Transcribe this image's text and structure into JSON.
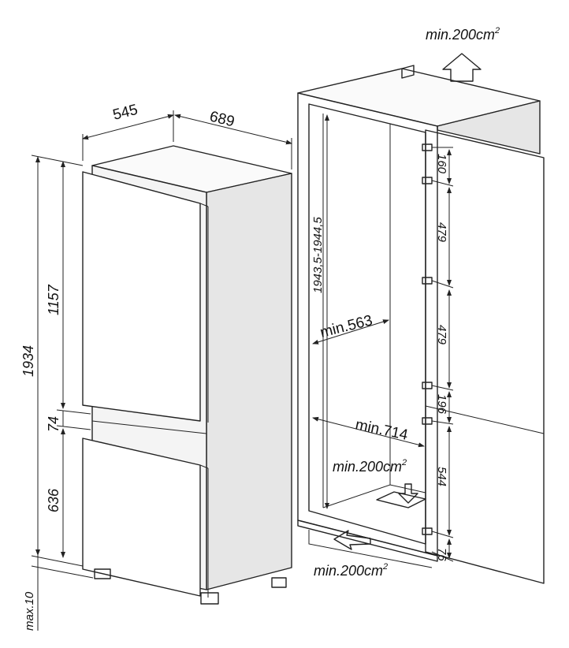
{
  "appliance": {
    "width": "545",
    "depth": "689",
    "height_total": "1934",
    "height_upper": "1157",
    "gap": "74",
    "height_lower": "636",
    "feet": "max.10"
  },
  "niche": {
    "height": "1943,5-1944,5",
    "min_depth": "min.563",
    "min_width": "min.714",
    "vent_top": "min.200cm",
    "vent_mid": "min.200cm",
    "vent_bottom": "min.200cm",
    "vent_sup": "2"
  },
  "hinges": {
    "d1": "160",
    "d2": "479",
    "d3": "479",
    "d4": "196",
    "d5": "544",
    "d6": "76"
  }
}
